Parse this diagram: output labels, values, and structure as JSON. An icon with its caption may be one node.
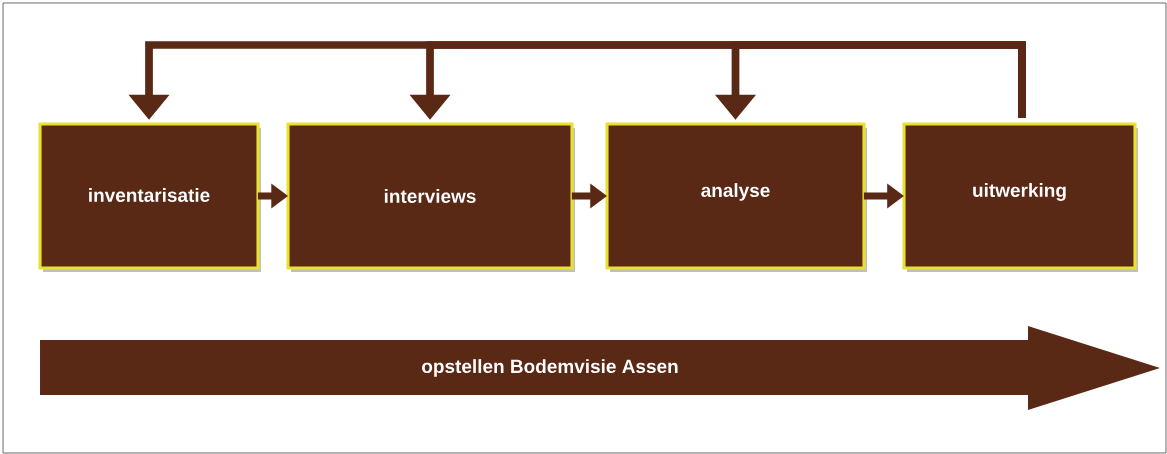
{
  "diagram": {
    "nodes": [
      {
        "text": [
          "inventarisatie"
        ]
      },
      {
        "text": [
          "interviews"
        ]
      },
      {
        "text": [
          "analyse"
        ]
      },
      {
        "text": [
          "uitwerking"
        ]
      },
      {
        "text": [
          "opstellen Bodemvisie Assen"
        ]
      }
    ],
    "edges": [
      {
        "from": 0,
        "to": 1,
        "arrow": "to"
      },
      {
        "from": 1,
        "to": 2,
        "arrow": "to"
      },
      {
        "from": 2,
        "to": 3,
        "arrow": "to"
      },
      {
        "from": 3,
        "to": 0,
        "arrow": "to"
      },
      {
        "from": 3,
        "to": 1,
        "arrow": "to"
      },
      {
        "from": 3,
        "to": 2,
        "arrow": "to"
      }
    ]
  }
}
